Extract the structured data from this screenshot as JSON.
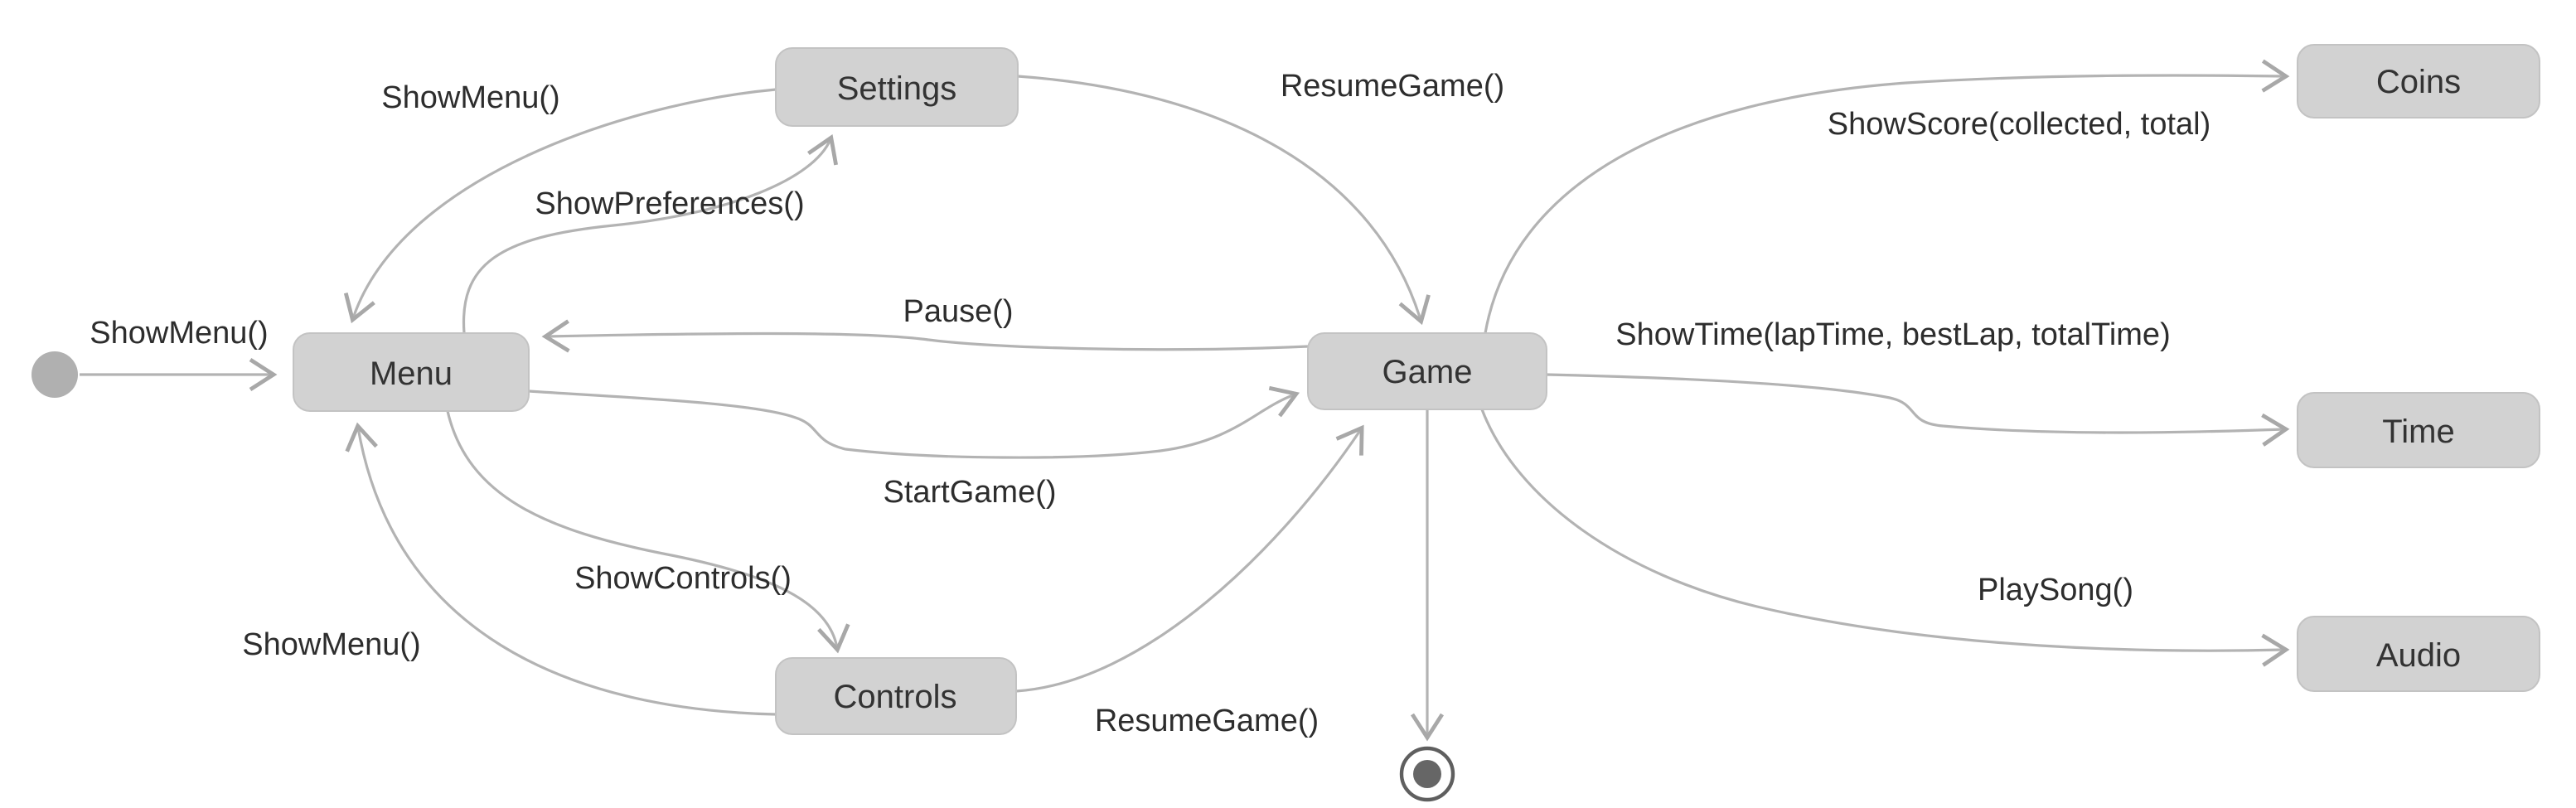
{
  "diagram": {
    "type": "uml-state-machine",
    "states": [
      {
        "id": "menu",
        "label": "Menu"
      },
      {
        "id": "settings",
        "label": "Settings"
      },
      {
        "id": "controls",
        "label": "Controls"
      },
      {
        "id": "game",
        "label": "Game"
      },
      {
        "id": "coins",
        "label": "Coins"
      },
      {
        "id": "time",
        "label": "Time"
      },
      {
        "id": "audio",
        "label": "Audio"
      }
    ],
    "pseudostates": [
      {
        "id": "initial",
        "kind": "initial-state-dot"
      },
      {
        "id": "final",
        "kind": "final-state-circle"
      }
    ],
    "transitions": [
      {
        "from": "initial",
        "to": "menu",
        "label": "ShowMenu()"
      },
      {
        "from": "settings",
        "to": "menu",
        "label": "ShowMenu()"
      },
      {
        "from": "menu",
        "to": "settings",
        "label": "ShowPreferences()"
      },
      {
        "from": "settings",
        "to": "game",
        "label": "ResumeGame()"
      },
      {
        "from": "game",
        "to": "menu",
        "label": "Pause()"
      },
      {
        "from": "menu",
        "to": "game",
        "label": "StartGame()"
      },
      {
        "from": "menu",
        "to": "controls",
        "label": "ShowControls()"
      },
      {
        "from": "controls",
        "to": "menu",
        "label": "ShowMenu()"
      },
      {
        "from": "controls",
        "to": "game",
        "label": "ResumeGame()"
      },
      {
        "from": "game",
        "to": "coins",
        "label": "ShowScore(collected, total)"
      },
      {
        "from": "game",
        "to": "time",
        "label": "ShowTime(lapTime, bestLap, totalTime)"
      },
      {
        "from": "game",
        "to": "audio",
        "label": "PlaySong()"
      },
      {
        "from": "game",
        "to": "final",
        "label": ""
      }
    ],
    "colors": {
      "background": "#ffffff",
      "state_fill": "#d2d2d2",
      "state_border": "#c3c3c3",
      "state_text": "#333333",
      "edge_stroke": "#b3b3b3",
      "arrowhead": "#a8a8a8",
      "label_text": "#2d2d2d",
      "initial_dot": "#b0b0b0",
      "final_ring": "#5f5f5f",
      "final_dot": "#666666"
    }
  }
}
